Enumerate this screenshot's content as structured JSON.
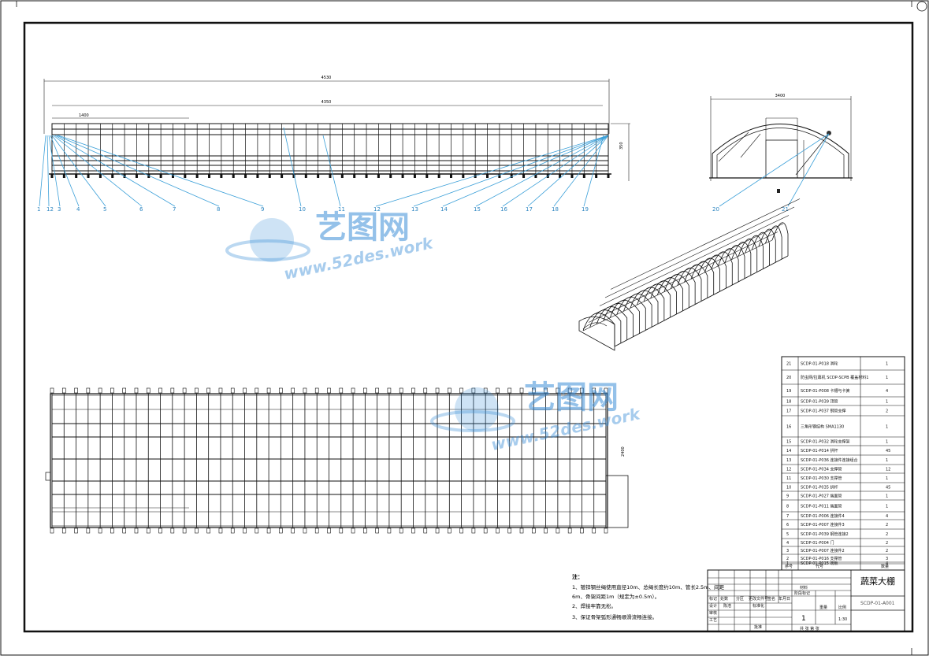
{
  "drawing": {
    "title": "蔬菜大棚",
    "code": "SCDP-01-A001",
    "scale": "1:30",
    "qty": "1"
  },
  "dims": {
    "overall": "4530",
    "inner": "4350",
    "span_left": "1400",
    "end_width": "3400",
    "side_h": "350",
    "plan_h": "2400"
  },
  "callouts": [
    "1",
    "12",
    "3",
    "4",
    "5",
    "6",
    "7",
    "8",
    "9",
    "10",
    "11",
    "12",
    "13",
    "14",
    "15",
    "16",
    "17",
    "18",
    "19",
    "20",
    "21"
  ],
  "notes": {
    "heading": "注：",
    "lines": [
      "1、镀锌钢丝绳使用直径10m、总绳长度约10m、管长2.5m、间距",
      "6m、骨架间距1m（规定为±0.5m）。",
      "2、焊接牢靠无松。",
      "3、保证骨架弧形通畅顺滑流畅连接。"
    ]
  },
  "bom": [
    {
      "no": "21",
      "code": "SCDP-01-P018 滑轮",
      "qty": "1"
    },
    {
      "no": "20",
      "code": "防虫网/拉幕机 SCDP-SCPB 覆盖材料1",
      "qty": "1"
    },
    {
      "no": "19",
      "code": "SCDP-01-P008 卡槽与卡簧",
      "qty": "4"
    },
    {
      "no": "18",
      "code": "SCDP-01-P039 顶管",
      "qty": "1"
    },
    {
      "no": "17",
      "code": "SCDP-01-P037 钢管支撑",
      "qty": "2"
    },
    {
      "no": "16",
      "code": "三角形钢结构 SMA1130",
      "qty": "1"
    },
    {
      "no": "15",
      "code": "SCDP-01-P032 滑轮支撑架",
      "qty": "1"
    },
    {
      "no": "14",
      "code": "SCDP-01-P014 拱杆",
      "qty": "45"
    },
    {
      "no": "13",
      "code": "SCDP-01-P036 连接件连接组合",
      "qty": "1"
    },
    {
      "no": "12",
      "code": "SCDP-01-P034 支撑管",
      "qty": "12"
    },
    {
      "no": "11",
      "code": "SCDP-01-P030 支撑管",
      "qty": "1"
    },
    {
      "no": "10",
      "code": "SCDP-01-P035 拱杆",
      "qty": "45"
    },
    {
      "no": "9",
      "code": "SCDP-01-P027 端面管",
      "qty": "1"
    },
    {
      "no": "8",
      "code": "SCDP-01-P011 端面管",
      "qty": "1"
    },
    {
      "no": "7",
      "code": "SCDP-01-P006 连接件4",
      "qty": "4"
    },
    {
      "no": "6",
      "code": "SCDP-01-P007 连接件3",
      "qty": "2"
    },
    {
      "no": "5",
      "code": "SCDP-01-P039 钢管连接2",
      "qty": "2"
    },
    {
      "no": "4",
      "code": "SCDP-01-P004 门",
      "qty": "2"
    },
    {
      "no": "3",
      "code": "SCDP-01-P007 连接件2",
      "qty": "2"
    },
    {
      "no": "2",
      "code": "SCDP-01-P016 支撑管",
      "qty": "3"
    },
    {
      "no": "1",
      "code": "SCDP-01-P015 端板",
      "qty": "4"
    }
  ],
  "bom_header": {
    "no": "序号",
    "code": "代号",
    "qty": "数量"
  },
  "title_block": {
    "material": "材料",
    "stage": "阶段标记",
    "weight": "重量",
    "scale_label": "比例",
    "sheet": "共  张  第  张",
    "rows": [
      "标记",
      "处数",
      "分区",
      "更改文件号",
      "签名",
      "年月日"
    ],
    "design": "设计",
    "check": "审核",
    "std": "标准化",
    "process": "工艺",
    "approve": "批准",
    "designer": "陈浩"
  },
  "watermark": {
    "brand": "艺图网",
    "url": "www.52des.work"
  },
  "colors": {
    "line": "#111111",
    "callout": "#3a9fd8",
    "watermark": "#3d8fd8"
  }
}
